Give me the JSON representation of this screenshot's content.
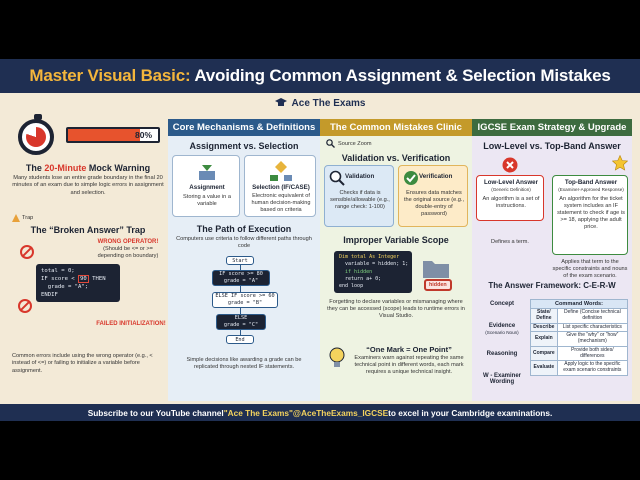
{
  "header": {
    "title_accent": "Master Visual Basic:",
    "title_rest": " Avoiding Common Assignment & Selection Mistakes",
    "brand": "Ace The Exams"
  },
  "col1": {
    "progress_label": "80%",
    "progress_fraction": 0.8,
    "mock_title_accent": "20-Minute",
    "mock_title_pre": "The ",
    "mock_title_post": " Mock Warning",
    "mock_text": "Many students lose an entire grade boundary in the final 20 minutes of an exam due to simple logic errors in assignment and selection.",
    "trap_tag": "Trap",
    "trap_title": "The “Broken Answer” Trap",
    "code_line1": "total = 0;",
    "code_line2_a": "IF score < ",
    "code_line2_b": "90",
    "code_line2_c": " THEN",
    "code_line3": "  grade = \"A\";",
    "code_line4": "ENDIF",
    "wrong_op_title": "WRONG OPERATOR!",
    "wrong_op_text": "(Should be <= or >= depending on boundary)",
    "failed_init": "FAILED INITIALIZATION!",
    "common_text": "Common errors include using the wrong operator (e.g., < instead of <=) or failing to initialize a variable before assignment."
  },
  "col2": {
    "heading": "Core Mechanisms & Definitions",
    "sub1": "Assignment vs. Selection",
    "assign_title": "Assignment",
    "assign_text": "Storing a value in a variable",
    "select_title": "Selection (IF/CASE)",
    "select_text": "Electronic equivalent of human decision-making based on criteria",
    "sub2": "The Path of Execution",
    "path_text": "Computers use criteria to follow different paths through code",
    "flow_start": "Start",
    "flow_if": "IF score >= 80\ngrade = \"A\"",
    "flow_elseif": "ELSE IF score >= 60\ngrade = \"B\"",
    "flow_else": "ELSE\ngrade = \"C\"",
    "flow_end": "End",
    "bottom_text": "Simple decisions like awarding a grade can be replicated through nested IF statements."
  },
  "col3": {
    "heading": "The Common Mistakes Clinic",
    "zoom_label": "Source Zoom",
    "sub1": "Validation vs. Verification",
    "validation_title": "Validation",
    "validation_text": "Checks if data is sensible/allowable (e.g., range check: 1-100)",
    "verification_title": "Verification",
    "verification_text": "Ensures data matches the original source (e.g., double-entry of password)",
    "sub2": "Improper Variable Scope",
    "scope_code1": "Dim total As Integer",
    "scope_code2": "  variable = hidden; 1;",
    "scope_code3": "  if hidden",
    "scope_code4": "  return a+ 0;",
    "scope_code5": "end loop",
    "hidden_tag": "hidden",
    "scope_text": "Forgetting to declare variables or mismanaging where they can be accessed (scope) leads to runtime errors in Visual Studio.",
    "one_mark_title": "“One Mark = One Point”",
    "one_mark_text": "Examiners warn against repeating the same technical point in different words, each mark requires a unique technical insight."
  },
  "col4": {
    "heading": "IGCSE Exam Strategy & Upgrade",
    "sub1": "Low-Level vs. Top-Band Answer",
    "low_title": "Low-Level Answer",
    "low_sub": "(Generic Definition)",
    "low_text": "An algorithm is a set of instructions.",
    "low_note": "Defines a term.",
    "top_title": "Top-Band Answer",
    "top_sub": "(Examiner-Approved Response)",
    "top_text": "An algorithm for the ticket system includes an IF statement to check if age is >= 18, applying the adult price.",
    "top_note": "Applies that term to the specific constraints and nouns of the exam scenario.",
    "framework_title": "The Answer Framework: C-E-R-W",
    "framework_rows": [
      {
        "label": "Concept",
        "sub": ""
      },
      {
        "label": "Evidence",
        "sub": "(Scenario Noun)"
      },
      {
        "label": "Reasoning",
        "sub": ""
      },
      {
        "label": "W - Examiner Wording",
        "sub": ""
      }
    ],
    "table_header": "Command Words:",
    "table_rows": [
      {
        "word": "State/ Define",
        "meaning": "Define (Concise technical definition"
      },
      {
        "word": "Describe",
        "meaning": "List specific characteristics"
      },
      {
        "word": "Explain",
        "meaning": "Give the “why” or “how” (mechanism)"
      },
      {
        "word": "Compare",
        "meaning": "Provide both sides/ differences"
      },
      {
        "word": "Evaluate",
        "meaning": "Apply logic to the specific exam scenario constraints"
      }
    ]
  },
  "footer": {
    "pre": "Subscribe to our YouTube channel ",
    "channel": "\"Ace The Exams\"",
    "handle": " @AceTheExams_IGCSE",
    "post": " to excel in your Cambridge examinations."
  }
}
